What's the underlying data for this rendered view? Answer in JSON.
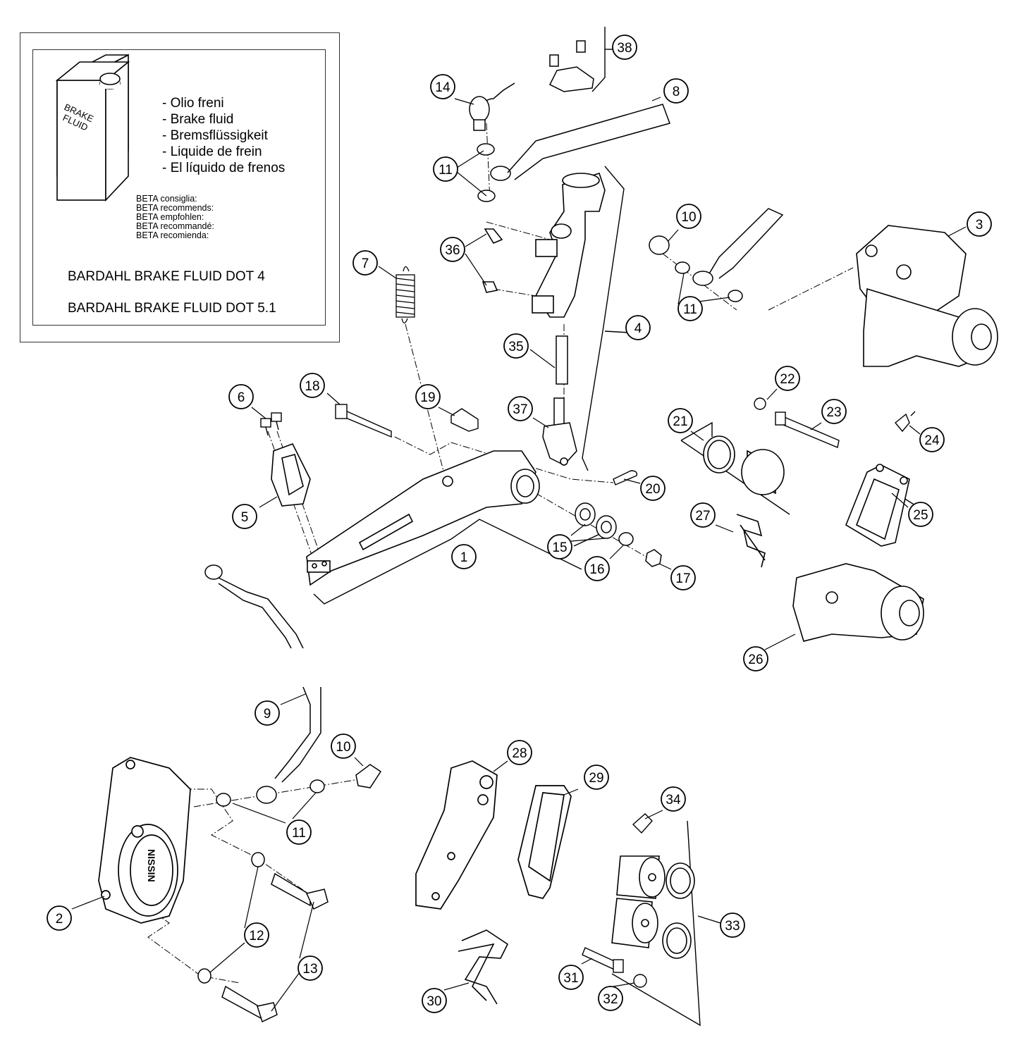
{
  "legend": {
    "can_label_line1": "BRAKE",
    "can_label_line2": "FLUID",
    "fluid_names": [
      "- Olio freni",
      "- Brake fluid",
      "- Bremsflüssigkeit",
      "- Liquide de frein",
      "- El líquido de frenos"
    ],
    "recommends": [
      "BETA consiglia:",
      "BETA recommends:",
      "BETA empfohlen:",
      "BETA recommandé:",
      "BETA recomienda:"
    ],
    "products": [
      "BARDAHL BRAKE FLUID DOT 4",
      "BARDAHL BRAKE FLUID DOT 5.1"
    ]
  },
  "caliper_brand": "NISSIN",
  "callouts": [
    {
      "id": "c38",
      "label": "38"
    },
    {
      "id": "c14",
      "label": "14"
    },
    {
      "id": "c8",
      "label": "8"
    },
    {
      "id": "c11a",
      "label": "11"
    },
    {
      "id": "c36",
      "label": "36"
    },
    {
      "id": "c10a",
      "label": "10"
    },
    {
      "id": "c3",
      "label": "3"
    },
    {
      "id": "c7",
      "label": "7"
    },
    {
      "id": "c11b",
      "label": "11"
    },
    {
      "id": "c4",
      "label": "4"
    },
    {
      "id": "c35",
      "label": "35"
    },
    {
      "id": "c22",
      "label": "22"
    },
    {
      "id": "c18",
      "label": "18"
    },
    {
      "id": "c19",
      "label": "19"
    },
    {
      "id": "c6",
      "label": "6"
    },
    {
      "id": "c37",
      "label": "37"
    },
    {
      "id": "c21",
      "label": "21"
    },
    {
      "id": "c23",
      "label": "23"
    },
    {
      "id": "c24",
      "label": "24"
    },
    {
      "id": "c20",
      "label": "20"
    },
    {
      "id": "c5",
      "label": "5"
    },
    {
      "id": "c27",
      "label": "27"
    },
    {
      "id": "c25",
      "label": "25"
    },
    {
      "id": "c15",
      "label": "15"
    },
    {
      "id": "c1",
      "label": "1"
    },
    {
      "id": "c16",
      "label": "16"
    },
    {
      "id": "c17",
      "label": "17"
    },
    {
      "id": "c26",
      "label": "26"
    },
    {
      "id": "c9",
      "label": "9"
    },
    {
      "id": "c10b",
      "label": "10"
    },
    {
      "id": "c28",
      "label": "28"
    },
    {
      "id": "c29",
      "label": "29"
    },
    {
      "id": "c34",
      "label": "34"
    },
    {
      "id": "c11c",
      "label": "11"
    },
    {
      "id": "c2",
      "label": "2"
    },
    {
      "id": "c12",
      "label": "12"
    },
    {
      "id": "c33",
      "label": "33"
    },
    {
      "id": "c13",
      "label": "13"
    },
    {
      "id": "c31",
      "label": "31"
    },
    {
      "id": "c32",
      "label": "32"
    },
    {
      "id": "c30",
      "label": "30"
    }
  ]
}
